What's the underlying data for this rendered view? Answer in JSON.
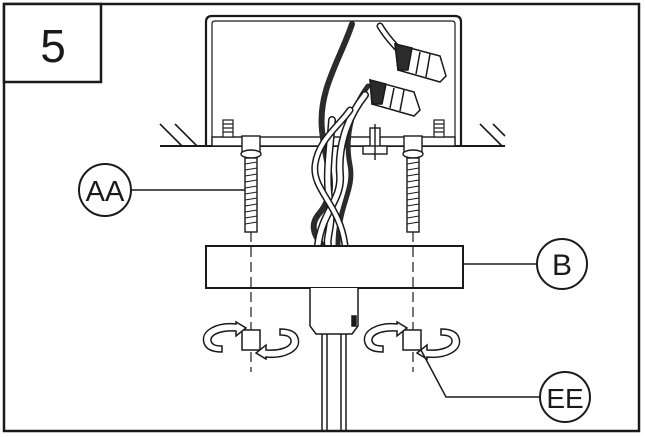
{
  "step": {
    "number": "5"
  },
  "callouts": {
    "screws": "AA",
    "canopy": "B",
    "nuts": "EE"
  },
  "colors": {
    "line": "#1a1a1a",
    "background": "#ffffff",
    "wire_dark": "#2b2b2b",
    "wire_light": "#ffffff"
  }
}
